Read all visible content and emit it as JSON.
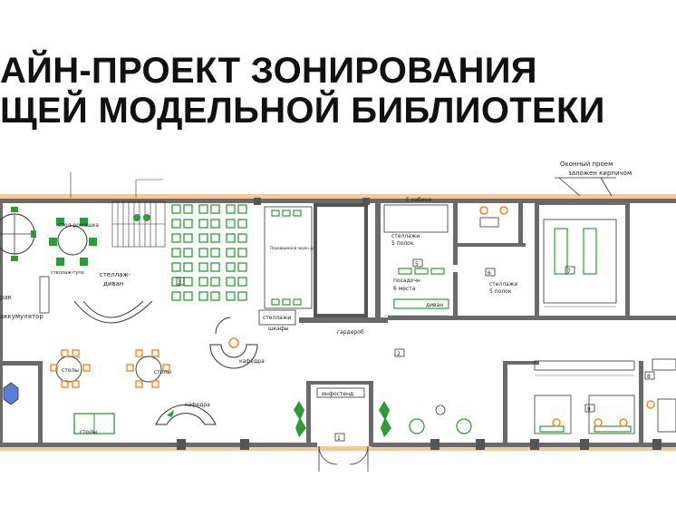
{
  "title": {
    "line1": "АЙН-ПРОЕКТ ЗОНИРОВАНИЯ",
    "line2": "ЩЕЙ МОДЕЛЬНОЙ БИБЛИОТЕКИ"
  },
  "labels": {
    "window_note_1": "Оконный проем",
    "window_note_2": "заложен кирпичом",
    "table_round": "стол-ромашка",
    "shelf_sofa_1": "стеллаж-",
    "shelf_sofa_2": "диван",
    "shelf_dead": "стеллаж-тупо",
    "rack_left": "рак",
    "calc_left": "аккумулятор",
    "tables_1": "столы",
    "tables_2": "столы",
    "tables_3": "столы",
    "cathedra_1": "кафедра",
    "cathedra_2": "кафедра",
    "cabin": "Е кабина",
    "shelves_5a_1": "стеллажи",
    "shelves_5a_2": "5 полок",
    "seating_1": "посадочн",
    "seating_2": "6 места",
    "sofa": "диван",
    "shelves_5b_1": "стеллажи",
    "shelves_5b_2": "5 полок",
    "wardrobe": "гардероб",
    "shelves_bottom_1": "стеллажи",
    "shelves_bottom_2": "шкафы",
    "info_desk": "инфостенд",
    "mid_note": "Передвижной экран для выставок",
    "room_2": "2",
    "room_3": "3",
    "room_5": "5",
    "room_6": "6",
    "room_7": "7",
    "room_9": "9",
    "room_1": "1",
    "room_8": "8"
  },
  "colors": {
    "wall": "#6a6a6a",
    "outer_band": "#f3c99a",
    "furniture": "#2e9a3a",
    "desk_orange": "#f08a1f",
    "line": "#333333"
  }
}
